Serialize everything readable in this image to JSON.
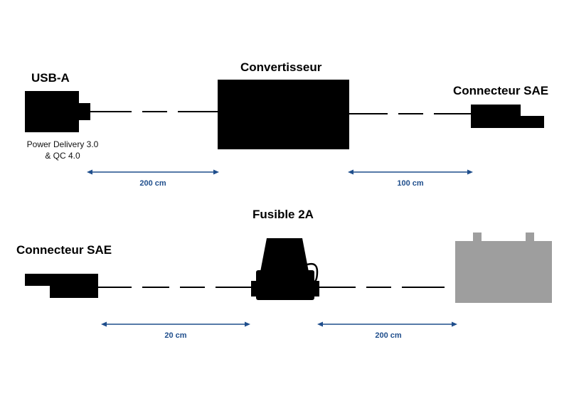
{
  "top_row": {
    "usb_label": "USB-A",
    "usb_note_line1": "Power Delivery 3.0",
    "usb_note_line2": "& QC 4.0",
    "converter_label": "Convertisseur",
    "sae_label": "Connecteur SAE",
    "dim_left": "200 cm",
    "dim_right": "100 cm"
  },
  "bottom_row": {
    "sae_label": "Connecteur SAE",
    "fuse_label": "Fusible 2A",
    "dim_left": "20 cm",
    "dim_right": "200 cm"
  },
  "colors": {
    "component": "#000000",
    "battery": "#9e9e9e",
    "dimension": "#1f4e8c"
  }
}
